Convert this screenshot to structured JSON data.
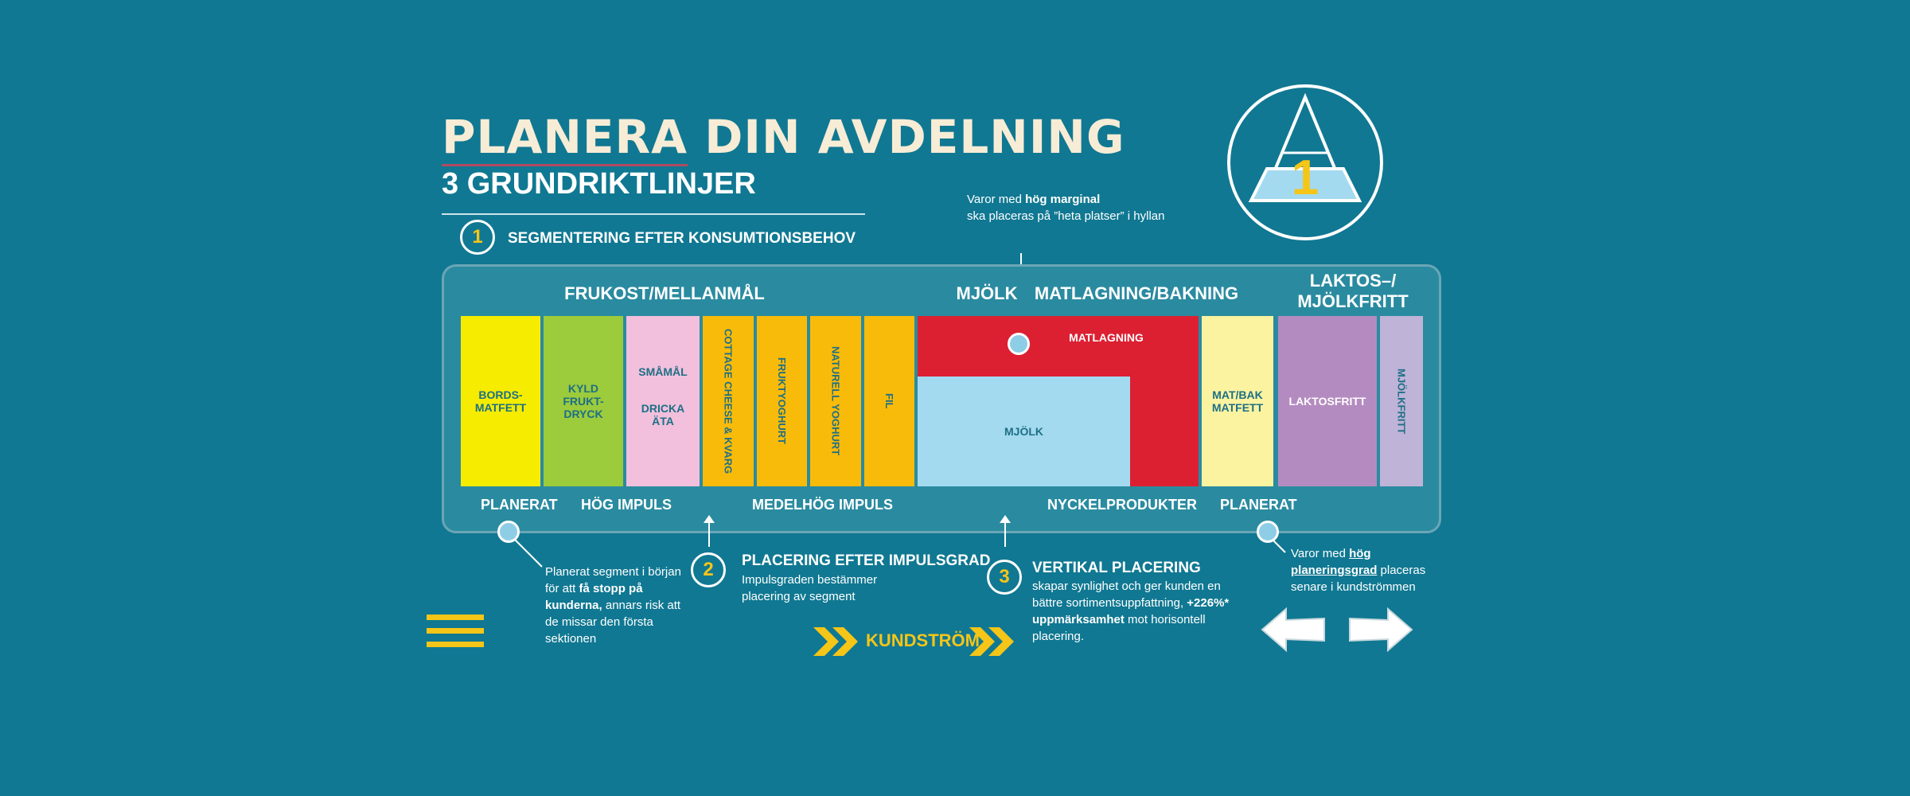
{
  "header": {
    "title_part1": "PLANERA",
    "title_part2": " DIN AVDELNING",
    "subtitle": "3 GRUNDRIKTLINJER"
  },
  "badge": {
    "number": "1"
  },
  "steps": [
    {
      "number": "1",
      "title": "SEGMENTERING EFTER KONSUMTIONSBEHOV"
    },
    {
      "number": "2",
      "title": "PLACERING EFTER IMPULSGRAD",
      "text": "Impulsgraden bestämmer placering av segment"
    },
    {
      "number": "3",
      "title": "VERTIKAL PLACERING"
    }
  ],
  "categories": {
    "frukost": "FRUKOST/MELLANMÅL",
    "mjolk": "MJÖLK",
    "matlagning": "MATLAGNING/BAKNING",
    "laktos": "LAKTOS–/\nMJÖLKFRITT"
  },
  "segments": {
    "bordsmatfett": "BORDS-\nMATFETT",
    "kyld": "KYLD\nFRUKT-\nDRYCK",
    "smamal": "SMÅMÅL",
    "dricka": "DRICKA\nÄTA",
    "cottage": "COTTAGE CHEESE & KVARG",
    "fruktyoghurt": "FRUKTYOGHURT",
    "naturell": "NATURELL YOGHURT",
    "fil": "FIL",
    "matlagning": "MATLAGNING",
    "mjolk": "MJÖLK",
    "matbak": "MAT/BAK\nMATFETT",
    "laktosfritt": "LAKTOSFRITT",
    "mjolkfritt": "MJÖLKFRITT"
  },
  "bottom_labels": {
    "planerat1": "PLANERAT",
    "hog": "HÖG IMPULS",
    "medel": "MEDELHÖG IMPULS",
    "nyckel": "NYCKELPRODUKTER",
    "planerat2": "PLANERAT"
  },
  "notes": {
    "marginal_pre": "Varor med ",
    "marginal_bold": "hög marginal",
    "marginal_post": "ska placeras på ”heta platser” i hyllan",
    "planerat_pre": "Planerat segment i början för att ",
    "planerat_bold": "få stopp på kunderna,",
    "planerat_post": " annars risk att de missar den första sektionen",
    "vertikal_pre": "skapar synlighet och ger kunden en bättre sortimentsuppfattning, ",
    "vertikal_bold": "+226%* uppmärksamhet",
    "vertikal_post": " mot horisontell placering.",
    "planeringsgrad_pre": "Varor med ",
    "planeringsgrad_bold": "hög planeringsgrad",
    "planeringsgrad_post": " placeras senare i kundströmmen"
  },
  "flow": {
    "label": "KUNDSTRÖM"
  },
  "colors": {
    "background": "#107892",
    "yellow": "#f5ec00",
    "green": "#9ccb3b",
    "pink": "#f2c0dc",
    "orange": "#f8bb0a",
    "red": "#dc2032",
    "lightblue": "#a3daf0",
    "paleyellow": "#fbf3a0",
    "purple": "#b48bc0",
    "lavender": "#bfb3d8",
    "accent": "#f5c518"
  },
  "icons": {
    "menu": "hamburger-menu-icon",
    "pyramid": "pyramid-icon",
    "flow": "chevron-double-right-icon",
    "left": "arrow-left-icon",
    "right": "arrow-right-icon"
  }
}
